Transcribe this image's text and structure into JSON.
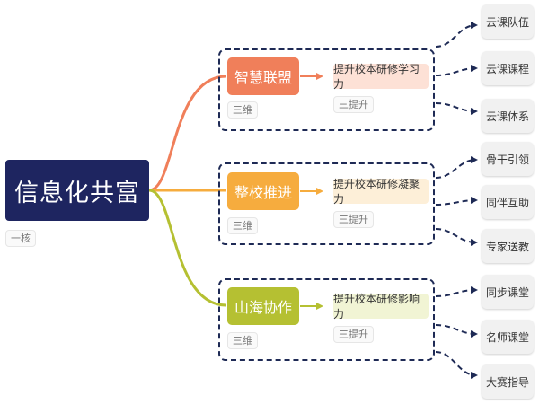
{
  "colors": {
    "root": "#1e2560",
    "branch1": "#f07f5a",
    "branch2": "#f6ac3e",
    "branch3": "#b5c032",
    "dash": "#1e2a55"
  },
  "root": {
    "label": "信息化共富",
    "tag": "一核"
  },
  "branches": [
    {
      "label": "智慧联盟",
      "tag": "三维",
      "sub": "提升校本研修学习力",
      "sub_tag": "三提升",
      "leaves": [
        "云课队伍",
        "云课课程",
        "云课体系"
      ]
    },
    {
      "label": "整校推进",
      "tag": "三维",
      "sub": "提升校本研修凝聚力",
      "sub_tag": "三提升",
      "leaves": [
        "骨干引领",
        "同伴互助",
        "专家送教"
      ]
    },
    {
      "label": "山海协作",
      "tag": "三维",
      "sub": "提升校本研修影响力",
      "sub_tag": "三提升",
      "leaves": [
        "同步课堂",
        "名师课堂",
        "大赛指导"
      ]
    }
  ]
}
